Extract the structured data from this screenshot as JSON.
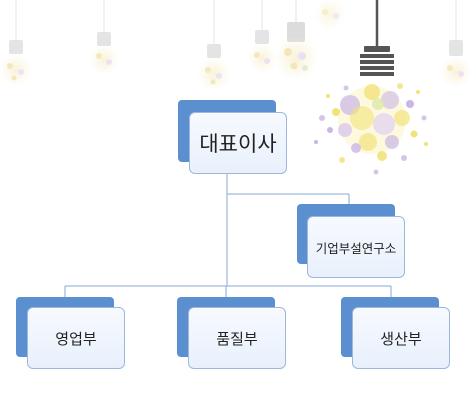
{
  "org_chart": {
    "root": {
      "label": "대표이사"
    },
    "staff": {
      "label": "기업부설연구소"
    },
    "departments": [
      {
        "label": "영업부"
      },
      {
        "label": "품질부"
      },
      {
        "label": "생산부"
      }
    ]
  },
  "colors": {
    "box_accent": "#5b8fcf",
    "box_border": "#9db8dd",
    "connector": "#8aa9d1",
    "bulb_yellow": "#f2e27a",
    "bulb_lavender": "#c9b6e4",
    "bulb_cord": "#555555"
  },
  "decorations": {
    "icon_names": [
      "hanging-lightbulb-icon",
      "glowing-lightbulb-icon"
    ]
  }
}
